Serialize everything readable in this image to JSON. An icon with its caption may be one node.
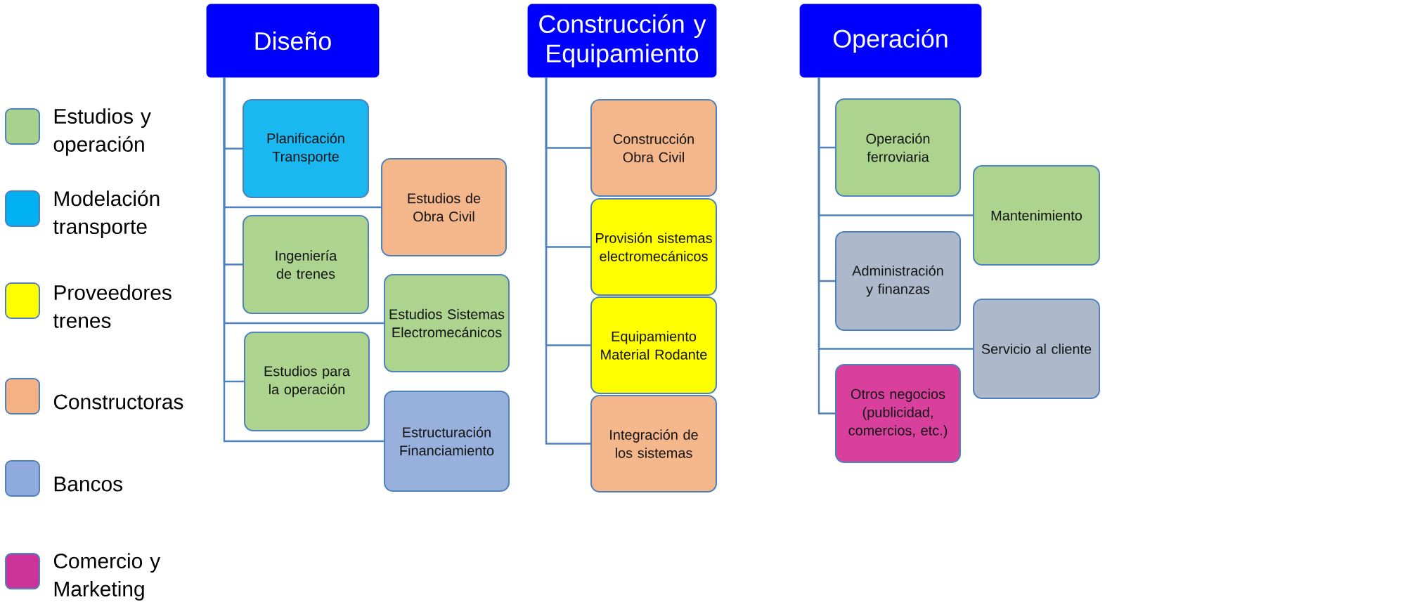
{
  "diagram": {
    "nodes": [
      {
        "text": [
          "Diseño"
        ]
      },
      {
        "text": [
          "Planificación Transporte"
        ]
      },
      {
        "text": [
          "Estudios de Obra Civil"
        ]
      },
      {
        "text": [
          "Ingeniería de trenes"
        ]
      },
      {
        "text": [
          "Estudios Sistemas Electromecánicos"
        ]
      },
      {
        "text": [
          "Estudios para la operación"
        ]
      },
      {
        "text": [
          "Estructuración Financiamiento"
        ]
      },
      {
        "text": [
          "Construcción y Equipamiento"
        ]
      },
      {
        "text": [
          "Construcción Obra Civil"
        ]
      },
      {
        "text": [
          "Provisión sistemas electromecánicos"
        ]
      },
      {
        "text": [
          "Equipamiento Material Rodante"
        ]
      },
      {
        "text": [
          "Integración de los sistemas"
        ]
      },
      {
        "text": [
          "Operación"
        ]
      },
      {
        "text": [
          "Operación ferroviaria"
        ]
      },
      {
        "text": [
          "Mantenimiento"
        ]
      },
      {
        "text": [
          "Administración y finanzas"
        ]
      },
      {
        "text": [
          "Servicio al cliente"
        ]
      },
      {
        "text": [
          "Otros negocios (publicidad, comercios, etc.)"
        ]
      }
    ],
    "edges": [
      {
        "from": 0,
        "to": 1,
        "arrow": "none"
      },
      {
        "from": 0,
        "to": 2,
        "arrow": "none"
      },
      {
        "from": 0,
        "to": 3,
        "arrow": "none"
      },
      {
        "from": 0,
        "to": 4,
        "arrow": "none"
      },
      {
        "from": 0,
        "to": 5,
        "arrow": "none"
      },
      {
        "from": 0,
        "to": 6,
        "arrow": "none"
      },
      {
        "from": 7,
        "to": 8,
        "arrow": "none"
      },
      {
        "from": 7,
        "to": 9,
        "arrow": "none"
      },
      {
        "from": 7,
        "to": 10,
        "arrow": "none"
      },
      {
        "from": 7,
        "to": 11,
        "arrow": "none"
      },
      {
        "from": 12,
        "to": 13,
        "arrow": "none"
      },
      {
        "from": 12,
        "to": 14,
        "arrow": "none"
      },
      {
        "from": 12,
        "to": 15,
        "arrow": "none"
      },
      {
        "from": 12,
        "to": 16,
        "arrow": "none"
      },
      {
        "from": 12,
        "to": 17,
        "arrow": "none"
      }
    ],
    "legend": [
      {
        "text": "Estudios y operación",
        "color": "#a9d18e"
      },
      {
        "text": "Modelación transporte",
        "color": "#00b0f0"
      },
      {
        "text": "Proveedores trenes",
        "color": "#ffff00"
      },
      {
        "text": "Constructoras",
        "color": "#f4b183"
      },
      {
        "text": "Bancos",
        "color": "#8faadc"
      },
      {
        "text": "Comercio y Marketing",
        "color": "#cc3399"
      }
    ]
  }
}
